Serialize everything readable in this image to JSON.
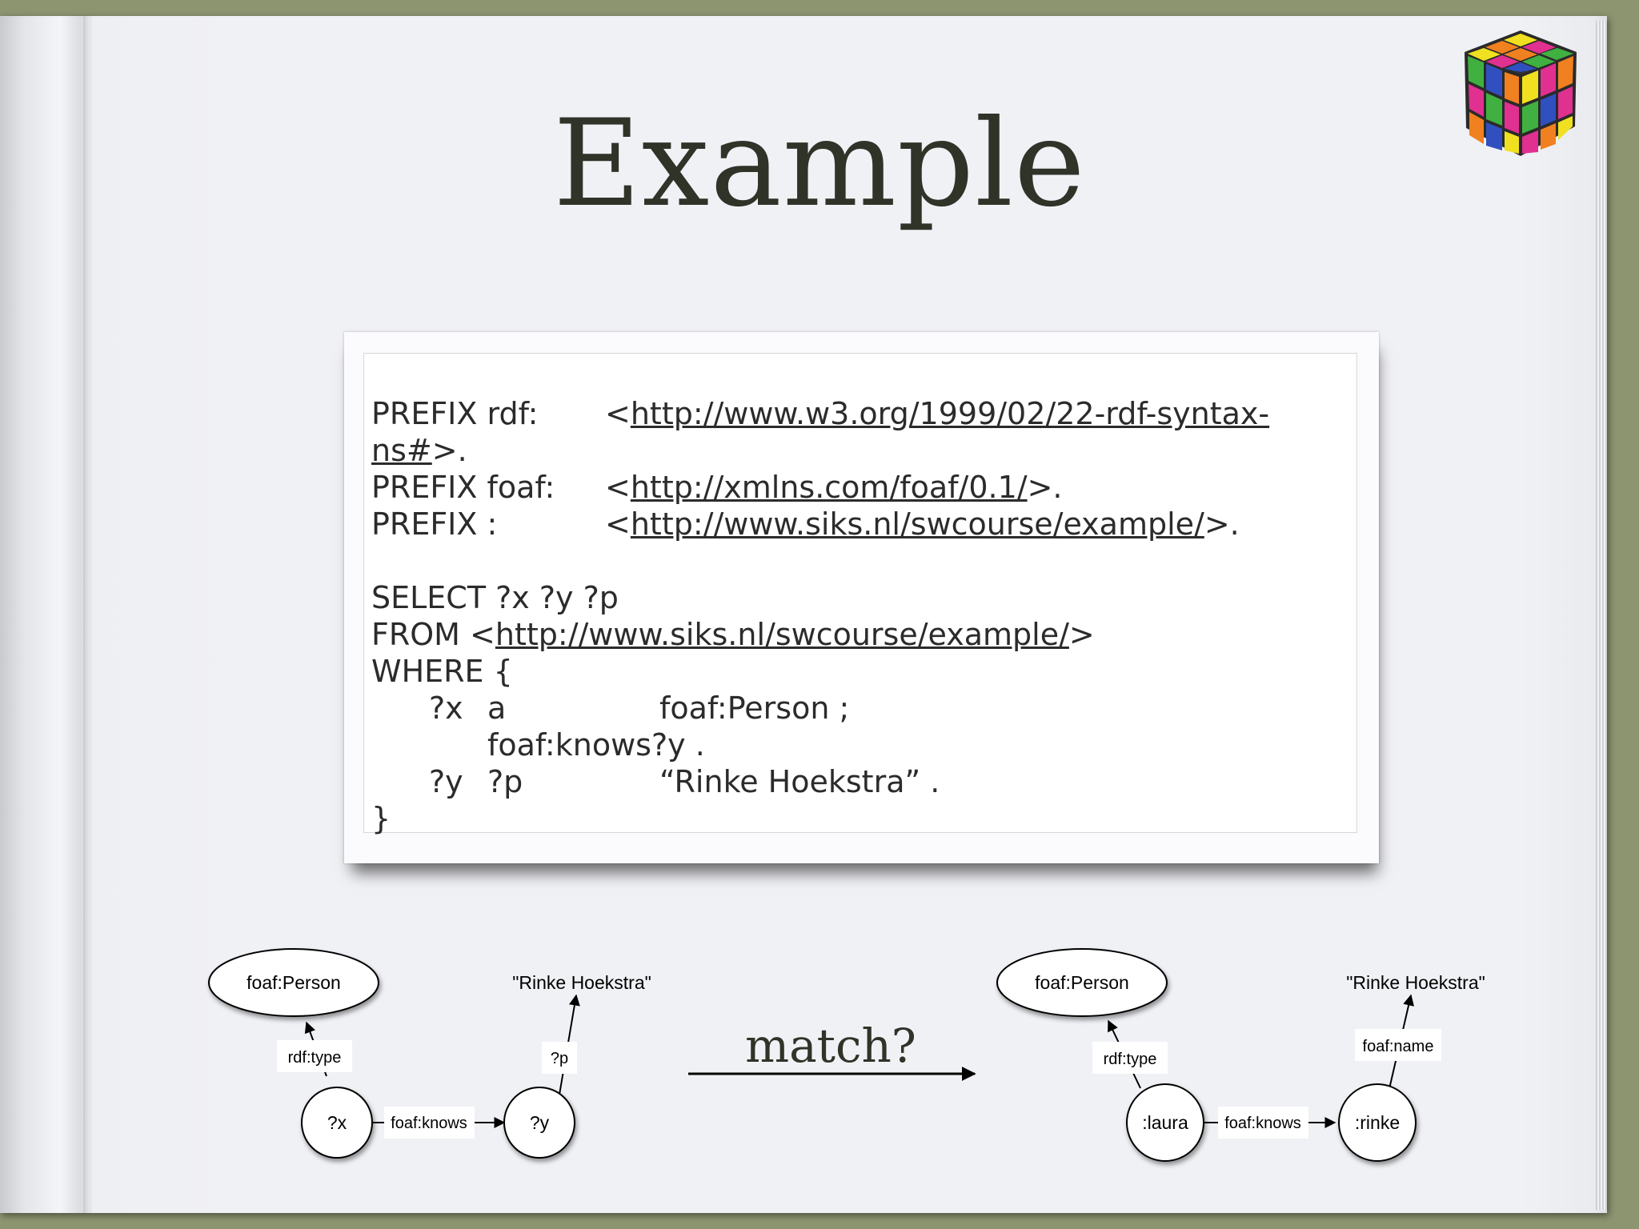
{
  "slide": {
    "title": "Example"
  },
  "query": {
    "prefixes": [
      {
        "keyword": "PREFIX rdf:",
        "uri_open": "<",
        "uri": "http://www.w3.org/1999/02/22-rdf-syntax-",
        "uri_cont": "ns#",
        "uri_close": ">."
      },
      {
        "keyword": "PREFIX foaf:",
        "uri_open": "<",
        "uri": "http://xmlns.com/foaf/0.1/",
        "uri_close": ">."
      },
      {
        "keyword": "PREFIX :",
        "uri_open": "<",
        "uri": "http://www.siks.nl/swcourse/example/",
        "uri_close": ">."
      }
    ],
    "select_line": "SELECT ?x ?y ?p",
    "from_keyword": "FROM <",
    "from_uri": "http://www.siks.nl/swcourse/example/",
    "from_close": ">",
    "where_open": "WHERE {",
    "triples": [
      {
        "s": "?x",
        "p": "a",
        "o": "foaf:Person ;"
      },
      {
        "s": "",
        "p": "foaf:knows",
        "o": "?y ."
      },
      {
        "s": "?y",
        "p": "?p",
        "o": "“Rinke Hoekstra” ."
      }
    ],
    "where_close": "}"
  },
  "pattern_graph": {
    "class_node": "foaf:Person",
    "literal": "\"Rinke Hoekstra\"",
    "type_edge": "rdf:type",
    "pred_edge": "?p",
    "node_x": "?x",
    "node_y": "?y",
    "knows_edge": "foaf:knows"
  },
  "match_label": "match?",
  "data_graph": {
    "class_node": "foaf:Person",
    "literal": "\"Rinke Hoekstra\"",
    "type_edge": "rdf:type",
    "name_edge": "foaf:name",
    "node_laura": ":laura",
    "node_rinke": ":rinke",
    "knows_edge": "foaf:knows"
  }
}
